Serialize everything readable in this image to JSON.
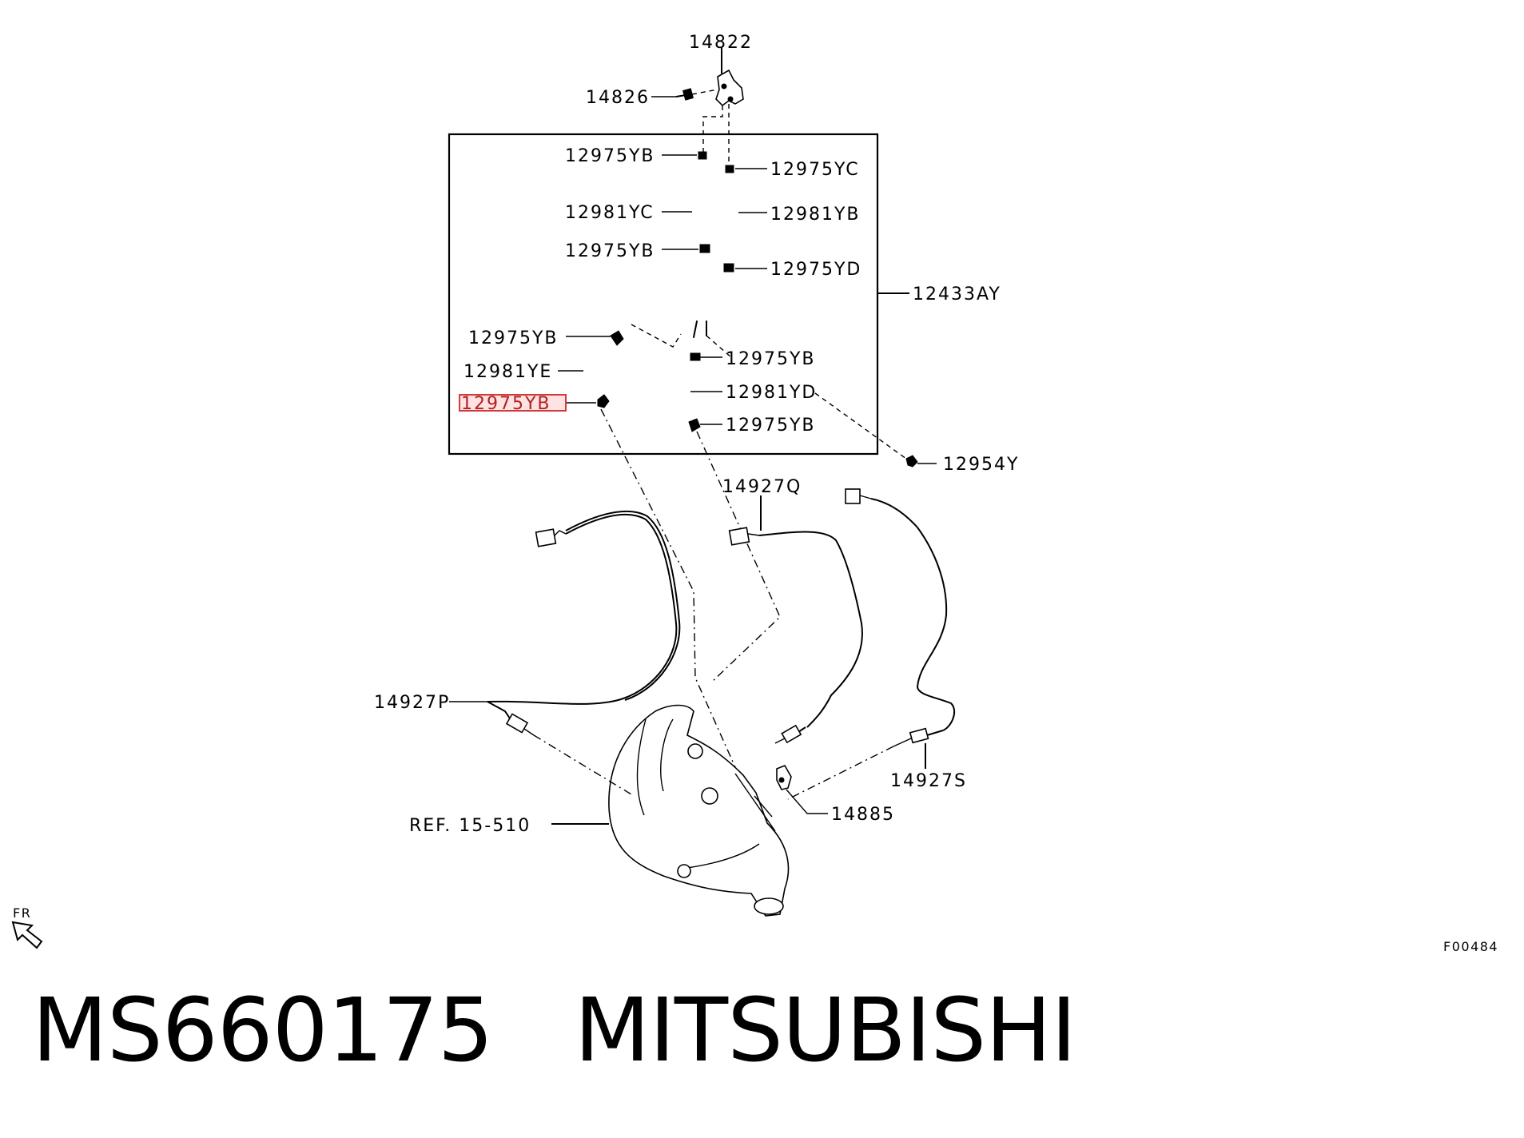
{
  "labels": {
    "p14822": "14822",
    "p14826": "14826",
    "p12975YB_1": "12975YB",
    "p12975YC": "12975YC",
    "p12981YC": "12981YC",
    "p12981YB": "12981YB",
    "p12975YB_2": "12975YB",
    "p12975YD": "12975YD",
    "p12433AY": "12433AY",
    "p12975YB_3": "12975YB",
    "p12975YB_4": "12975YB",
    "p12981YE": "12981YE",
    "p12981YD": "12981YD",
    "p12975YB_5": "12975YB",
    "p12975YB_6": "12975YB",
    "p12954Y": "12954Y",
    "p14927Q": "14927Q",
    "p14927P": "14927P",
    "p14927S": "14927S",
    "p14885": "14885",
    "ref": "REF. 15-510"
  },
  "front_marker": "FR",
  "figure_code": "F00484",
  "highlighted_part": "12975YB",
  "footer": {
    "part_number": "MS660175",
    "brand": "MITSUBISHI"
  },
  "colors": {
    "highlight": "#d43a3a"
  }
}
